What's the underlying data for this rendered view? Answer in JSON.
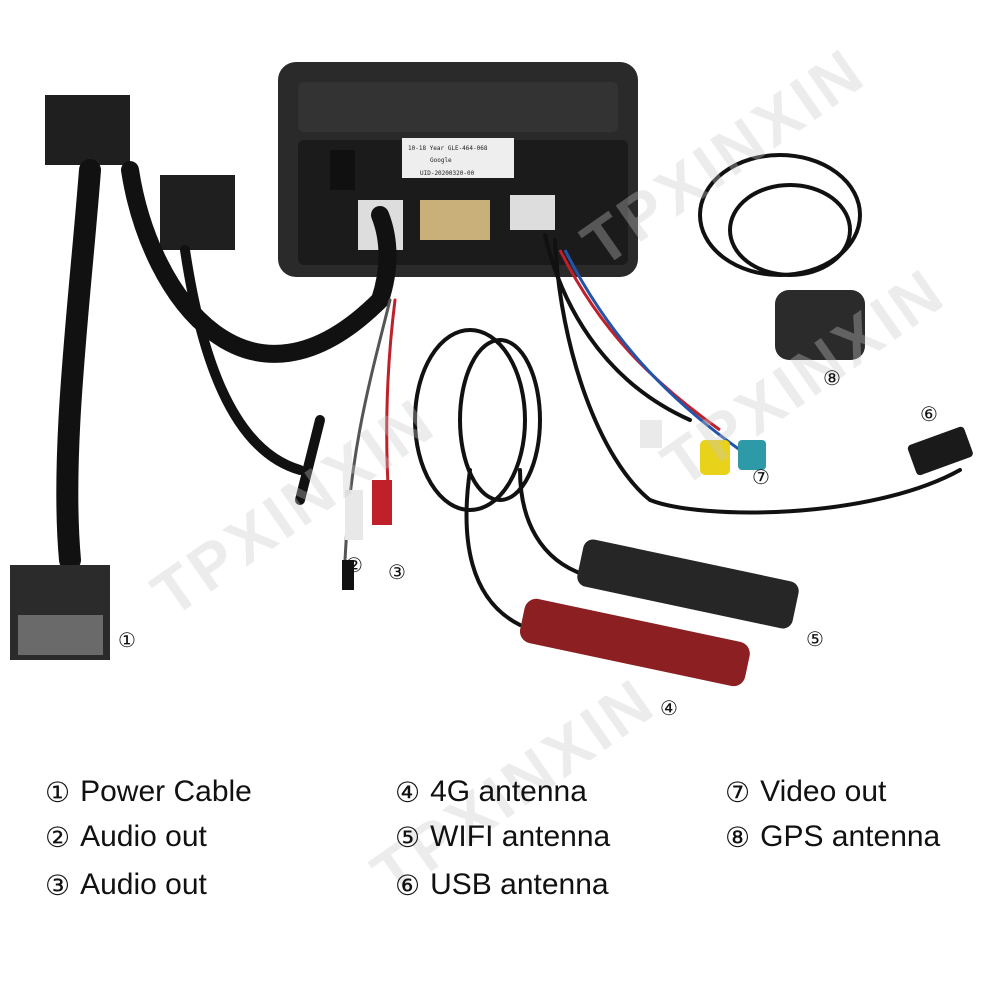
{
  "watermark": "TPXINXIN",
  "head_unit_label": [
    "10-18 Year GLE-464-068",
    "Google",
    "UID-20200320-00"
  ],
  "callouts": [
    {
      "symbol": "①"
    },
    {
      "symbol": "②"
    },
    {
      "symbol": "③"
    },
    {
      "symbol": "④"
    },
    {
      "symbol": "⑤"
    },
    {
      "symbol": "⑥"
    },
    {
      "symbol": "⑦"
    },
    {
      "symbol": "⑧"
    }
  ],
  "legend": [
    {
      "symbol": "①",
      "text": "Power Cable"
    },
    {
      "symbol": "②",
      "text": "Audio out"
    },
    {
      "symbol": "③",
      "text": "Audio out"
    },
    {
      "symbol": "④",
      "text": "4G antenna"
    },
    {
      "symbol": "⑤",
      "text": "WIFI antenna"
    },
    {
      "symbol": "⑥",
      "text": "USB antenna"
    },
    {
      "symbol": "⑦",
      "text": "Video out"
    },
    {
      "symbol": "⑧",
      "text": "GPS antenna"
    }
  ],
  "colors": {
    "cable": "#111111",
    "red_antenna": "#8b1f22",
    "rca_red": "#c0202a",
    "rca_yellow": "#e8d21a",
    "connector_blue": "#2e9aa8"
  }
}
